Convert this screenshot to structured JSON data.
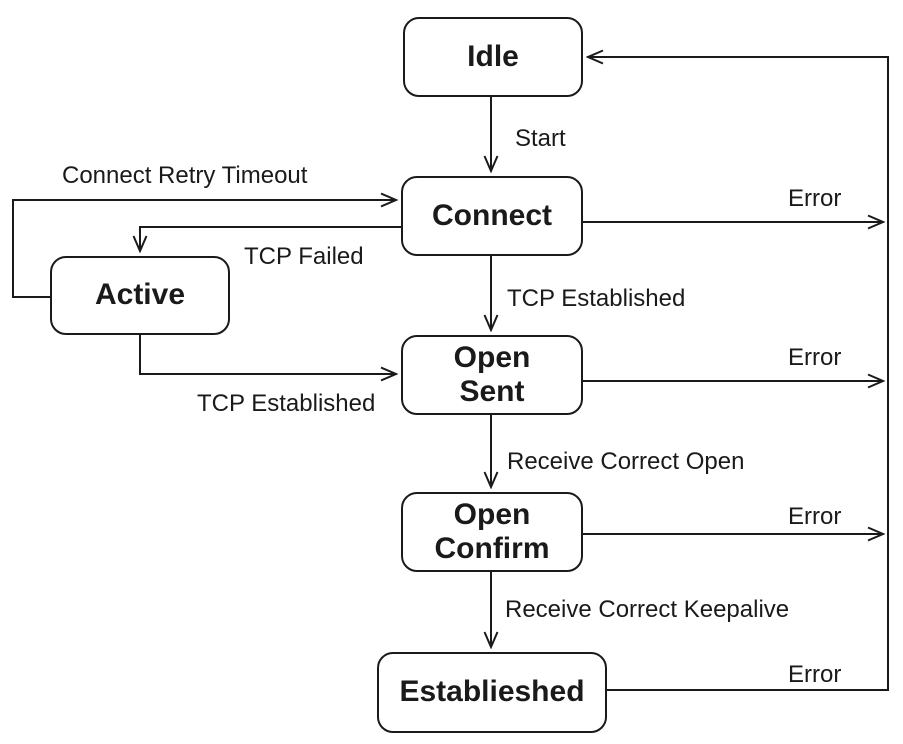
{
  "diagram": {
    "type": "state-machine",
    "states": {
      "idle": "Idle",
      "connect": "Connect",
      "active": "Active",
      "open_sent": "Open\nSent",
      "open_confirm": "Open\nConfirm",
      "established": "Establieshed"
    },
    "transitions": {
      "start": "Start",
      "tcp_established_connect": "TCP Established",
      "tcp_failed": "TCP Failed",
      "connect_retry_timeout": "Connect Retry Timeout",
      "tcp_established_active": "TCP Established",
      "receive_correct_open": "Receive Correct Open",
      "receive_correct_keepalive": "Receive Correct Keepalive",
      "error_connect": "Error",
      "error_open_sent": "Error",
      "error_open_confirm": "Error",
      "error_established": "Error"
    },
    "colors": {
      "line": "#1a1a1a",
      "text": "#1a1a1a",
      "background": "#ffffff"
    }
  }
}
